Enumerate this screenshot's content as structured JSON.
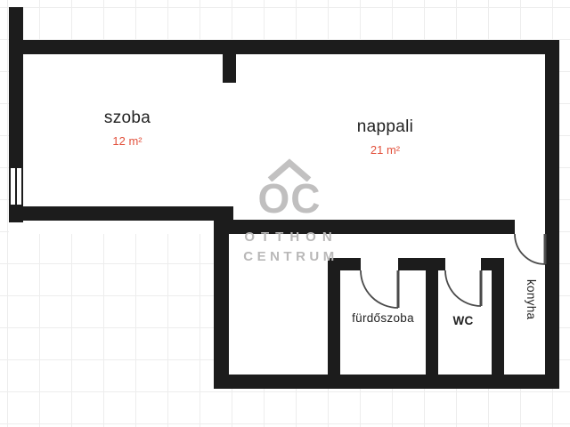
{
  "plan_type": "apartment-floorplan",
  "branding": {
    "logo_text": "OC",
    "name_line1": "OTTHON",
    "name_line2": "CENTRUM"
  },
  "rooms": {
    "szoba": {
      "label": "szoba",
      "area": "12 m²"
    },
    "nappali": {
      "label": "nappali",
      "area": "21 m²"
    },
    "furdoszoba": {
      "label": "fürdőszoba"
    },
    "wc": {
      "label": "WC"
    },
    "konyha": {
      "label": "konyha"
    }
  },
  "colors": {
    "wall": "#1c1c1c",
    "area_accent": "#e2513c",
    "label_text": "#222222",
    "watermark": "#c0bfbf",
    "grid": "#ededed"
  }
}
